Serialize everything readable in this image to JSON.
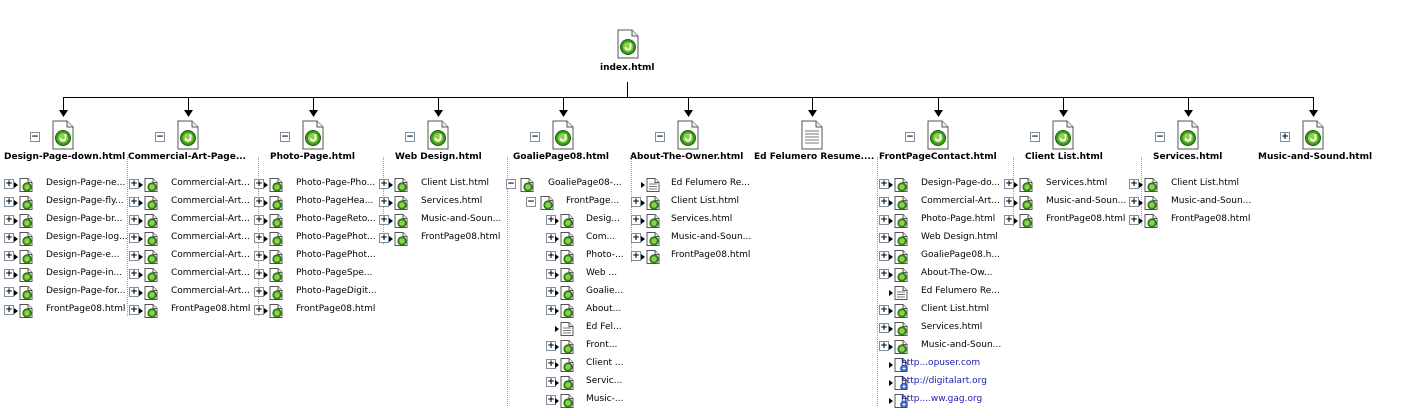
{
  "root": {
    "label": "index.html",
    "icon": "dreamweaver-html-icon"
  },
  "columns": [
    {
      "label": "Design-Page-down.html",
      "expander": "−",
      "icon": "dreamweaver-html-icon",
      "children": [
        {
          "label": "Design-Page-ne...",
          "expander": "+",
          "icon": "dreamweaver-html-icon"
        },
        {
          "label": "Design-Page-fly...",
          "expander": "+",
          "icon": "dreamweaver-html-icon"
        },
        {
          "label": "Design-Page-br...",
          "expander": "+",
          "icon": "dreamweaver-html-icon"
        },
        {
          "label": "Design-Page-log...",
          "expander": "+",
          "icon": "dreamweaver-html-icon"
        },
        {
          "label": "Design-Page-e...",
          "expander": "+",
          "icon": "dreamweaver-html-icon"
        },
        {
          "label": "Design-Page-in...",
          "expander": "+",
          "icon": "dreamweaver-html-icon"
        },
        {
          "label": "Design-Page-for...",
          "expander": "+",
          "icon": "dreamweaver-html-icon"
        },
        {
          "label": "FrontPage08.html",
          "expander": "+",
          "icon": "dreamweaver-html-icon"
        }
      ]
    },
    {
      "label": "Commercial-Art-Page...",
      "expander": "−",
      "icon": "dreamweaver-html-icon",
      "children": [
        {
          "label": "Commercial-Art...",
          "expander": "+",
          "icon": "dreamweaver-html-icon"
        },
        {
          "label": "Commercial-Art...",
          "expander": "+",
          "icon": "dreamweaver-html-icon"
        },
        {
          "label": "Commercial-Art...",
          "expander": "+",
          "icon": "dreamweaver-html-icon"
        },
        {
          "label": "Commercial-Art...",
          "expander": "+",
          "icon": "dreamweaver-html-icon"
        },
        {
          "label": "Commercial-Art...",
          "expander": "+",
          "icon": "dreamweaver-html-icon"
        },
        {
          "label": "Commercial-Art...",
          "expander": "+",
          "icon": "dreamweaver-html-icon"
        },
        {
          "label": "Commercial-Art...",
          "expander": "+",
          "icon": "dreamweaver-html-icon"
        },
        {
          "label": "FrontPage08.html",
          "expander": "+",
          "icon": "dreamweaver-html-icon"
        }
      ]
    },
    {
      "label": "Photo-Page.html",
      "expander": "−",
      "icon": "dreamweaver-html-icon",
      "children": [
        {
          "label": "Photo-Page-Pho...",
          "expander": "+",
          "icon": "dreamweaver-html-icon"
        },
        {
          "label": "Photo-PageHea...",
          "expander": "+",
          "icon": "dreamweaver-html-icon"
        },
        {
          "label": "Photo-PageReto...",
          "expander": "+",
          "icon": "dreamweaver-html-icon"
        },
        {
          "label": "Photo-PagePhot...",
          "expander": "+",
          "icon": "dreamweaver-html-icon"
        },
        {
          "label": "Photo-PagePhot...",
          "expander": "+",
          "icon": "dreamweaver-html-icon"
        },
        {
          "label": "Photo-PageSpe...",
          "expander": "+",
          "icon": "dreamweaver-html-icon"
        },
        {
          "label": "Photo-PageDigit...",
          "expander": "+",
          "icon": "dreamweaver-html-icon"
        },
        {
          "label": "FrontPage08.html",
          "expander": "+",
          "icon": "dreamweaver-html-icon"
        }
      ]
    },
    {
      "label": "Web Design.html",
      "expander": "−",
      "icon": "dreamweaver-html-icon",
      "children": [
        {
          "label": "Client List.html",
          "expander": "+",
          "icon": "dreamweaver-html-icon"
        },
        {
          "label": "Services.html",
          "expander": "+",
          "icon": "dreamweaver-html-icon"
        },
        {
          "label": "Music-and-Soun...",
          "expander": "+",
          "icon": "dreamweaver-html-icon"
        },
        {
          "label": "FrontPage08.html",
          "expander": "+",
          "icon": "dreamweaver-html-icon"
        }
      ]
    },
    {
      "label": "GoaliePage08.html",
      "expander": "−",
      "icon": "dreamweaver-html-icon",
      "children": [
        {
          "label": "GoaliePage08-...",
          "expander": "−",
          "icon": "dreamweaver-html-icon"
        },
        {
          "label": "FrontPage...",
          "expander": "−",
          "icon": "dreamweaver-html-icon"
        },
        {
          "label": "Desig...",
          "expander": "+",
          "icon": "dreamweaver-html-icon"
        },
        {
          "label": "Com...",
          "expander": "+",
          "icon": "dreamweaver-html-icon"
        },
        {
          "label": "Photo-...",
          "expander": "+",
          "icon": "dreamweaver-html-icon"
        },
        {
          "label": "Web ...",
          "expander": "+",
          "icon": "dreamweaver-html-icon"
        },
        {
          "label": "Goalie...",
          "expander": "+",
          "icon": "dreamweaver-html-icon"
        },
        {
          "label": "About...",
          "expander": "+",
          "icon": "dreamweaver-html-icon"
        },
        {
          "label": "Ed Fel...",
          "expander": "",
          "icon": "plain-document-icon"
        },
        {
          "label": "Front...",
          "expander": "+",
          "icon": "dreamweaver-html-icon"
        },
        {
          "label": "Client ...",
          "expander": "+",
          "icon": "dreamweaver-html-icon"
        },
        {
          "label": "Servic...",
          "expander": "+",
          "icon": "dreamweaver-html-icon"
        },
        {
          "label": "Music-...",
          "expander": "+",
          "icon": "dreamweaver-html-icon"
        }
      ]
    },
    {
      "label": "About-The-Owner.html",
      "expander": "−",
      "icon": "dreamweaver-html-icon",
      "children": [
        {
          "label": "Ed Felumero Re...",
          "expander": "",
          "icon": "plain-document-icon"
        },
        {
          "label": "Client List.html",
          "expander": "+",
          "icon": "dreamweaver-html-icon"
        },
        {
          "label": "Services.html",
          "expander": "+",
          "icon": "dreamweaver-html-icon"
        },
        {
          "label": "Music-and-Soun...",
          "expander": "+",
          "icon": "dreamweaver-html-icon"
        },
        {
          "label": "FrontPage08.html",
          "expander": "+",
          "icon": "dreamweaver-html-icon"
        }
      ]
    },
    {
      "label": "Ed Felumero Resume....",
      "expander": "",
      "icon": "plain-document-icon",
      "children": []
    },
    {
      "label": "FrontPageContact.html",
      "expander": "−",
      "icon": "dreamweaver-html-icon",
      "children": [
        {
          "label": "Design-Page-do...",
          "expander": "+",
          "icon": "dreamweaver-html-icon"
        },
        {
          "label": "Commercial-Art...",
          "expander": "+",
          "icon": "dreamweaver-html-icon"
        },
        {
          "label": "Photo-Page.html",
          "expander": "+",
          "icon": "dreamweaver-html-icon"
        },
        {
          "label": "Web Design.html",
          "expander": "+",
          "icon": "dreamweaver-html-icon"
        },
        {
          "label": "GoaliePage08.h...",
          "expander": "+",
          "icon": "dreamweaver-html-icon"
        },
        {
          "label": "About-The-Ow...",
          "expander": "+",
          "icon": "dreamweaver-html-icon"
        },
        {
          "label": "Ed Felumero Re...",
          "expander": "",
          "icon": "plain-document-icon"
        },
        {
          "label": "Client List.html",
          "expander": "+",
          "icon": "dreamweaver-html-icon"
        },
        {
          "label": "Services.html",
          "expander": "+",
          "icon": "dreamweaver-html-icon"
        },
        {
          "label": "Music-and-Soun...",
          "expander": "+",
          "icon": "dreamweaver-html-icon"
        },
        {
          "label": "http...opuser.com",
          "expander": "",
          "icon": "external-link-icon",
          "link": true
        },
        {
          "label": "http://digitalart.org",
          "expander": "",
          "icon": "external-link-icon",
          "link": true
        },
        {
          "label": "http....ww.gag.org",
          "expander": "",
          "icon": "external-link-icon",
          "link": true
        }
      ]
    },
    {
      "label": "Client List.html",
      "expander": "−",
      "icon": "dreamweaver-html-icon",
      "children": [
        {
          "label": "Services.html",
          "expander": "+",
          "icon": "dreamweaver-html-icon"
        },
        {
          "label": "Music-and-Soun...",
          "expander": "+",
          "icon": "dreamweaver-html-icon"
        },
        {
          "label": "FrontPage08.html",
          "expander": "+",
          "icon": "dreamweaver-html-icon"
        }
      ]
    },
    {
      "label": "Services.html",
      "expander": "−",
      "icon": "dreamweaver-html-icon",
      "children": [
        {
          "label": "Client List.html",
          "expander": "+",
          "icon": "dreamweaver-html-icon"
        },
        {
          "label": "Music-and-Soun...",
          "expander": "+",
          "icon": "dreamweaver-html-icon"
        },
        {
          "label": "FrontPage08.html",
          "expander": "+",
          "icon": "dreamweaver-html-icon"
        }
      ]
    },
    {
      "label": "Music-and-Sound.html",
      "expander": "+",
      "icon": "dreamweaver-html-icon",
      "children": []
    }
  ]
}
